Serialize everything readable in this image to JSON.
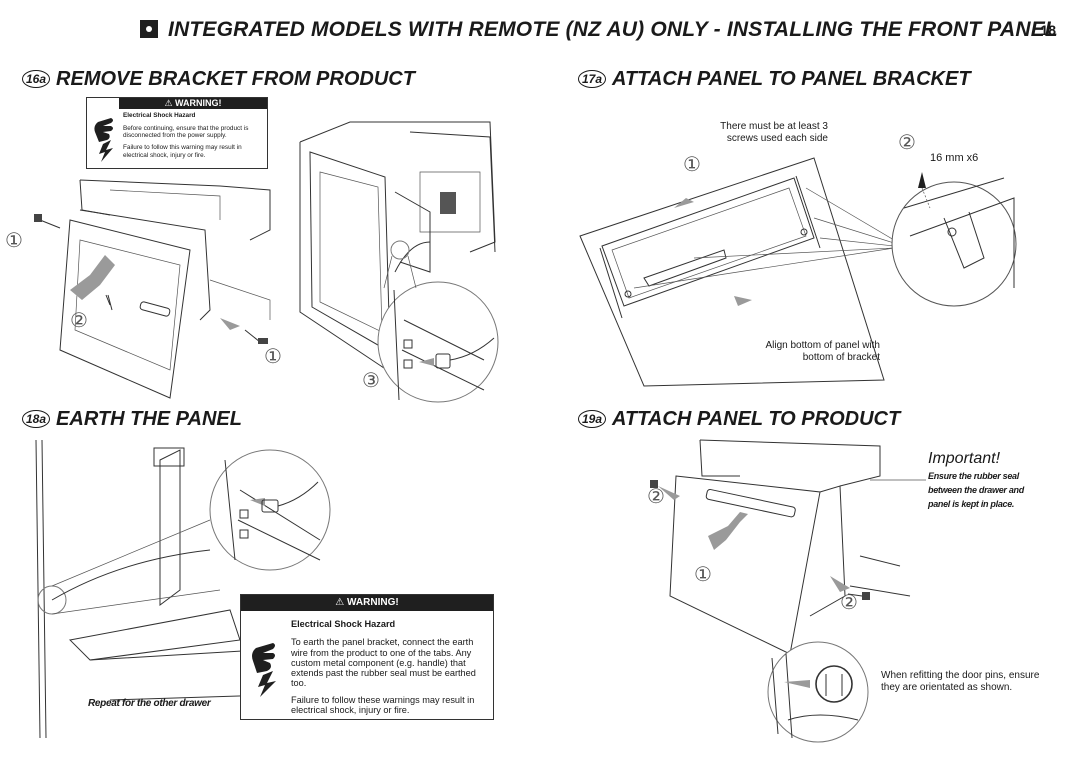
{
  "header": {
    "title": "INTEGRATED MODELS WITH REMOTE (NZ AU) ONLY - INSTALLING THE FRONT PANEL",
    "page_number": "18"
  },
  "sections": {
    "s16a": {
      "step": "16a",
      "title": "REMOVE BRACKET FROM PRODUCT",
      "warning": {
        "label": "WARNING!",
        "hazard": "Electrical Shock Hazard",
        "text1": "Before continuing, ensure that the product is disconnected from the power supply.",
        "text2": "Failure to follow this warning may result in electrical shock, injury or fire."
      },
      "callouts": [
        "①",
        "②",
        "①",
        "③"
      ]
    },
    "s17a": {
      "step": "17a",
      "title": "ATTACH PANEL TO PANEL BRACKET",
      "note_top": "There must be at least 3 screws used each side",
      "screw_label": "16 mm x6",
      "note_bottom": "Align bottom of panel with bottom of bracket",
      "callouts": [
        "①",
        "②"
      ]
    },
    "s18a": {
      "step": "18a",
      "title": "EARTH THE PANEL",
      "caption": "Repeat for the other drawer",
      "warning": {
        "label": "WARNING!",
        "hazard": "Electrical Shock Hazard",
        "text1": "To earth the panel bracket, connect the earth wire from the product to one of the tabs. Any custom metal component (e.g. handle) that extends past the rubber seal must be earthed too.",
        "text2": "Failure to follow these warnings may result in electrical shock, injury or fire."
      }
    },
    "s19a": {
      "step": "19a",
      "title": "ATTACH PANEL TO PRODUCT",
      "important_title": "Important!",
      "important_text": "Ensure the rubber seal between the drawer and panel is kept in place.",
      "refit_note": "When refitting the door pins, ensure they are orientated as shown.",
      "callouts": [
        "②",
        "①",
        "②"
      ]
    }
  },
  "icons": {
    "warning": "warning-triangle-icon",
    "shock": "electrical-shock-icon"
  }
}
